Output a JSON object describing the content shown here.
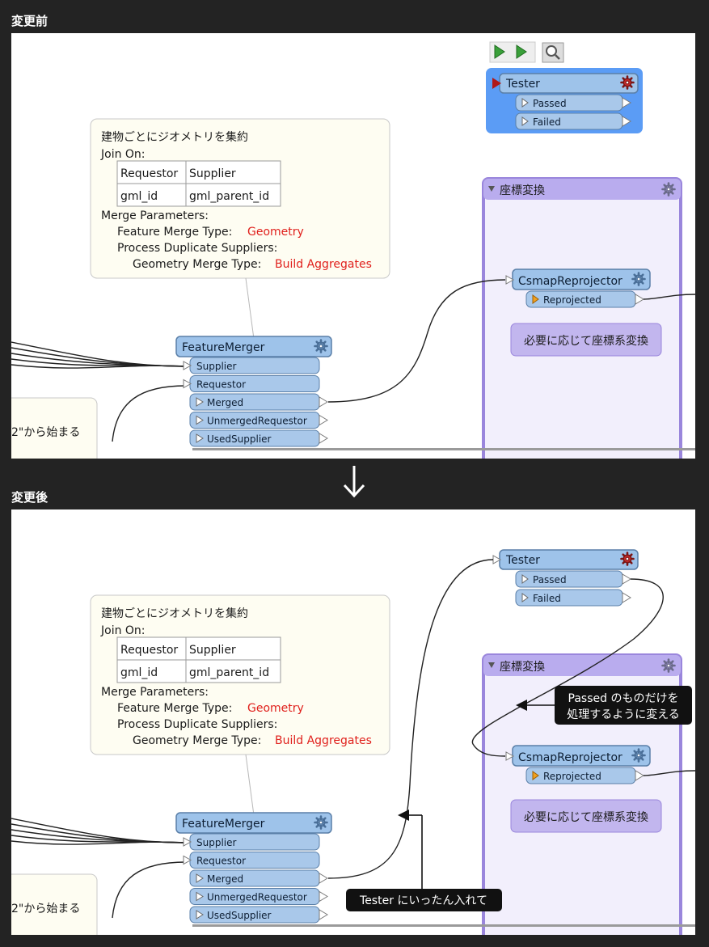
{
  "labels": {
    "before": "変更前",
    "after": "変更後"
  },
  "annotation": {
    "title": "建物ごとにジオメトリを集約",
    "join_on": "Join On:",
    "table": [
      [
        "Requestor",
        "Supplier"
      ],
      [
        "gml_id",
        "gml_parent_id"
      ]
    ],
    "merge_parameters": "Merge Parameters:",
    "feature_merge_type_label": "Feature Merge Type:",
    "feature_merge_type_value": "Geometry",
    "process_duplicate": "Process Duplicate Suppliers:",
    "geometry_merge_type_label": "Geometry Merge Type:",
    "geometry_merge_type_value": "Build Aggregates"
  },
  "feature_merger": {
    "title": "FeatureMerger",
    "ports": [
      "Supplier",
      "Requestor",
      "Merged",
      "UnmergedRequestor",
      "UsedSupplier"
    ]
  },
  "tester": {
    "title": "Tester",
    "ports": [
      "Passed",
      "Failed"
    ]
  },
  "bookmark": {
    "title": "座標変換",
    "note": "必要に応じて座標系変換"
  },
  "reprojector": {
    "title": "CsmapReprojector",
    "port": "Reprojected"
  },
  "side_note": "2\"から始まる",
  "callouts": {
    "passed_line1": "Passed のものだけを",
    "passed_line2": "処理するように変える",
    "tester": "Tester にいったん入れて"
  },
  "colors": {
    "background": "#232323",
    "transformer_fill": "#a9c8ea",
    "transformer_border": "#5a7fa8",
    "bookmark_fill": "#f2effc",
    "bookmark_border": "#9a86dc",
    "note_fill": "#fefdf2",
    "param_value": "#e0201c",
    "selection": "#5b9cf5"
  }
}
